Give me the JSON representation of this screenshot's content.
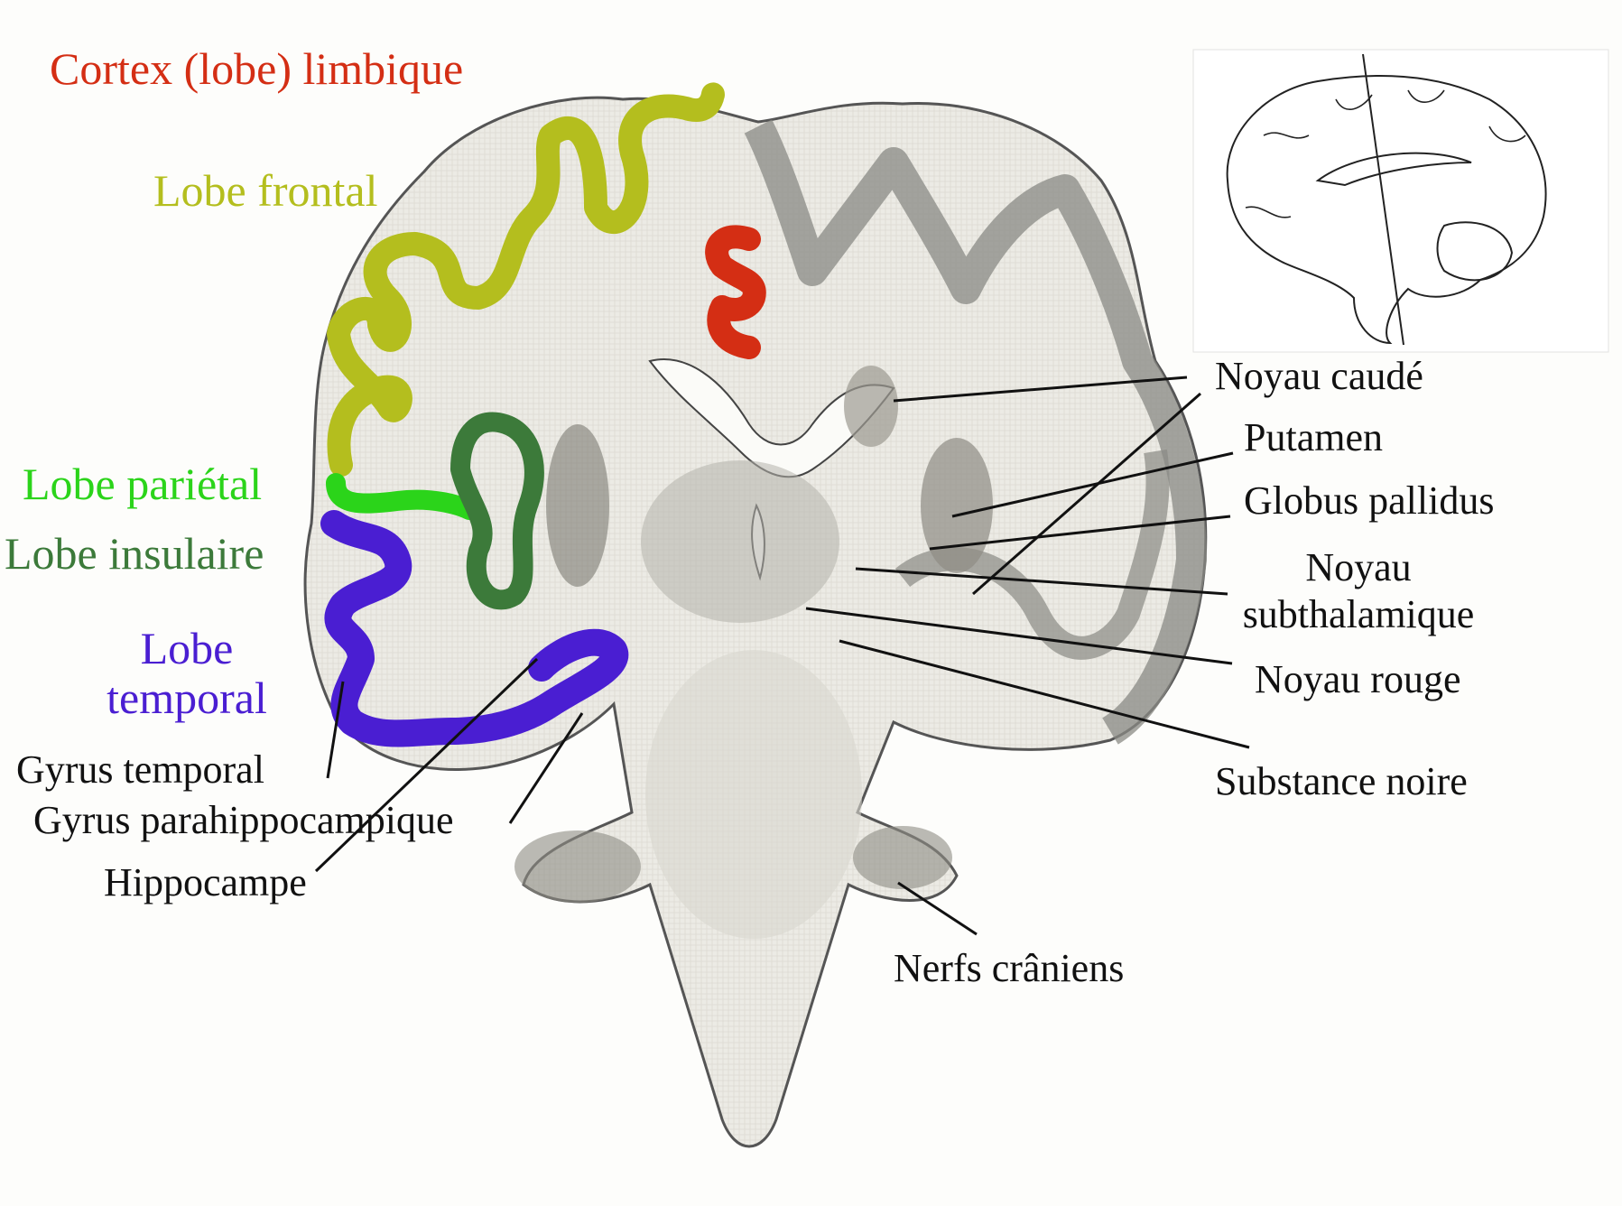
{
  "colors": {
    "limbic": "#d42e14",
    "frontal": "#b4be1e",
    "parietal": "#2bd41a",
    "insular": "#3c7a3a",
    "temporal": "#4a1ed2",
    "text": "#111111"
  },
  "lobes": {
    "limbic": "Cortex (lobe) limbique",
    "frontal": "Lobe frontal",
    "parietal": "Lobe pariétal",
    "insular": "Lobe insulaire",
    "temporal_line1": "Lobe",
    "temporal_line2": "temporal"
  },
  "left_labels": {
    "gyrus_temporal": "Gyrus temporal",
    "gyrus_parahippocampique": "Gyrus parahippocampique",
    "hippocampe": "Hippocampe"
  },
  "right_labels": {
    "noyau_caude": "Noyau caudé",
    "putamen": "Putamen",
    "globus_pallidus": "Globus pallidus",
    "noyau_subthalamique_line1": "Noyau",
    "noyau_subthalamique_line2": "subthalamique",
    "noyau_rouge": "Noyau rouge",
    "substance_noire": "Substance noire",
    "nerfs_craniens": "Nerfs crâniens"
  }
}
